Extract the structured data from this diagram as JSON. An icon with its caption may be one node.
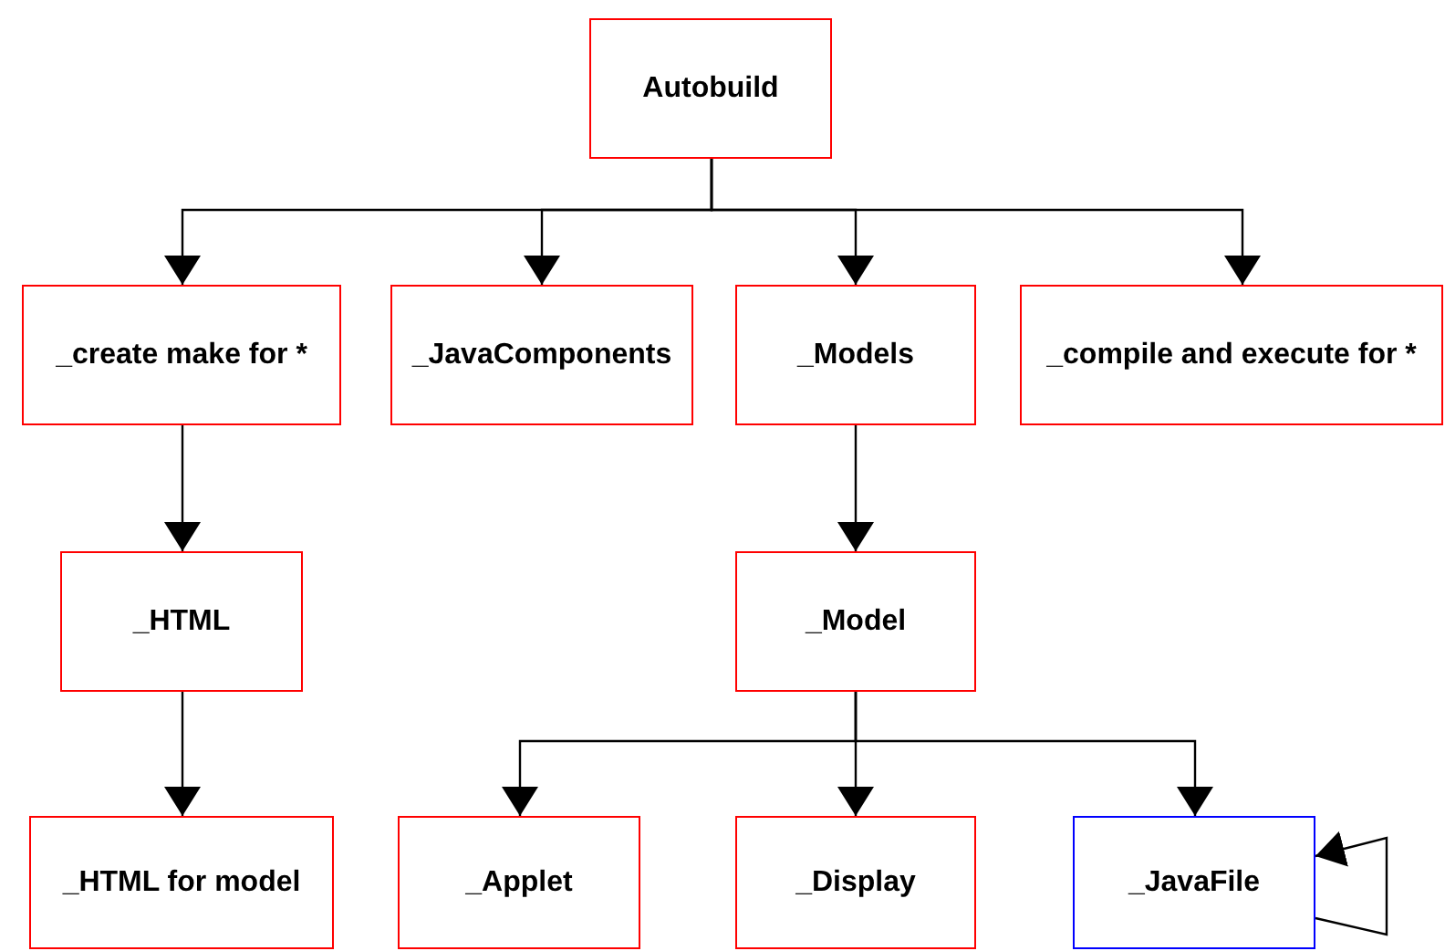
{
  "diagram": {
    "nodes": [
      {
        "text": [
          "Autobuild"
        ]
      },
      {
        "text": [
          "_create make for *"
        ]
      },
      {
        "text": [
          "_JavaComponents"
        ]
      },
      {
        "text": [
          "_Models"
        ]
      },
      {
        "text": [
          "_compile and execute for *"
        ]
      },
      {
        "text": [
          "_HTML"
        ]
      },
      {
        "text": [
          "_Model"
        ]
      },
      {
        "text": [
          "_HTML for model"
        ]
      },
      {
        "text": [
          "_Applet"
        ]
      },
      {
        "text": [
          "_Display"
        ]
      },
      {
        "text": [
          "_JavaFile"
        ]
      }
    ],
    "edges": [
      {
        "from": 0,
        "to": 1,
        "arrow": "to"
      },
      {
        "from": 0,
        "to": 2,
        "arrow": "to"
      },
      {
        "from": 0,
        "to": 3,
        "arrow": "to"
      },
      {
        "from": 0,
        "to": 4,
        "arrow": "to"
      },
      {
        "from": 1,
        "to": 5,
        "arrow": "to"
      },
      {
        "from": 3,
        "to": 6,
        "arrow": "to"
      },
      {
        "from": 5,
        "to": 7,
        "arrow": "to"
      },
      {
        "from": 6,
        "to": 8,
        "arrow": "to"
      },
      {
        "from": 6,
        "to": 9,
        "arrow": "to"
      },
      {
        "from": 6,
        "to": 10,
        "arrow": "to"
      },
      {
        "from": 10,
        "to": 10,
        "arrow": "to"
      }
    ]
  }
}
